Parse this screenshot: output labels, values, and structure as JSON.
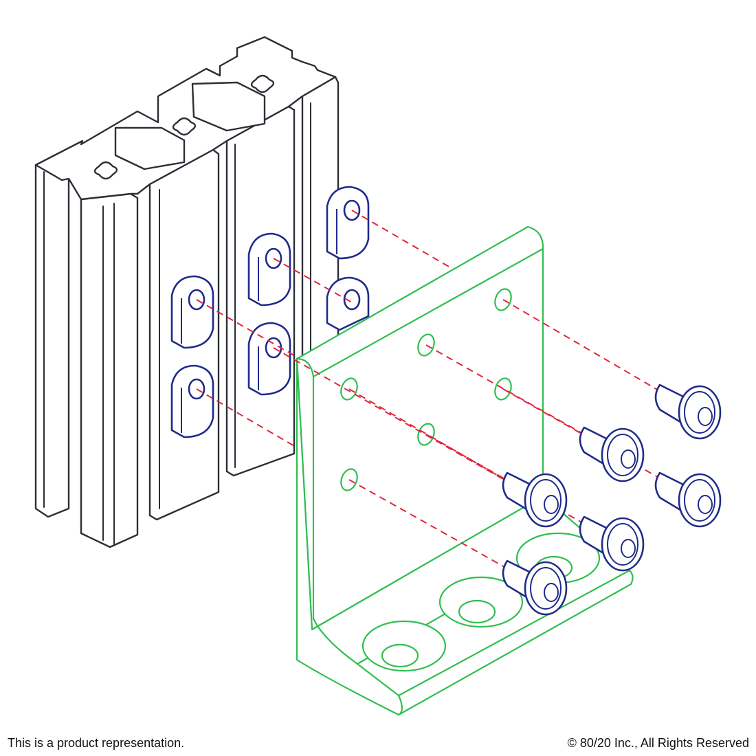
{
  "captions": {
    "disclaimer": "This is a product representation.",
    "copyright": "© 80/20 Inc., All Rights Reserved"
  },
  "colors": {
    "profile_outline": "#2b2f36",
    "hardware_outline": "#1f2a8a",
    "bracket_outline": "#2fbf4f",
    "guide_lines": "#e0263b"
  },
  "icons": [
    "aluminum-profile-extrusion",
    "t-nut",
    "button-head-bolt",
    "corner-bracket",
    "assembly-guide-line"
  ]
}
